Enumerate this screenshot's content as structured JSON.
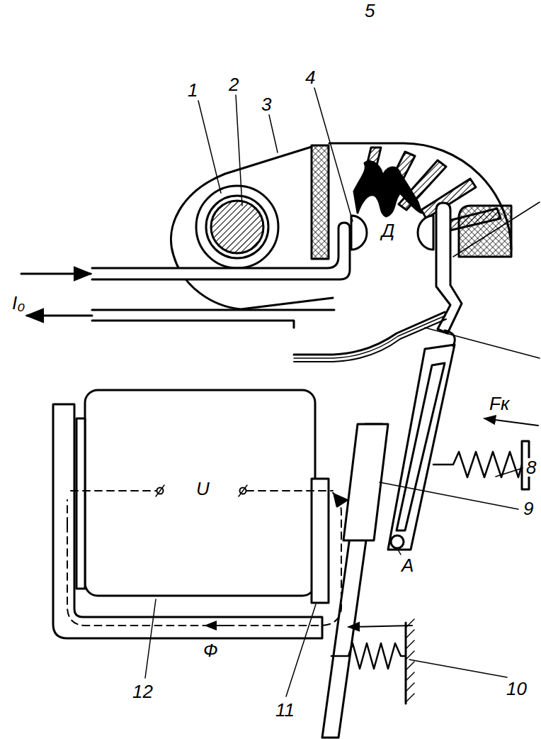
{
  "diagram": {
    "labels": [
      "5",
      "4",
      "3",
      "1",
      "2",
      "Д",
      "I₀",
      "Fк",
      "8",
      "9",
      "A",
      "U",
      "10",
      "Ф",
      "12",
      "11"
    ]
  }
}
